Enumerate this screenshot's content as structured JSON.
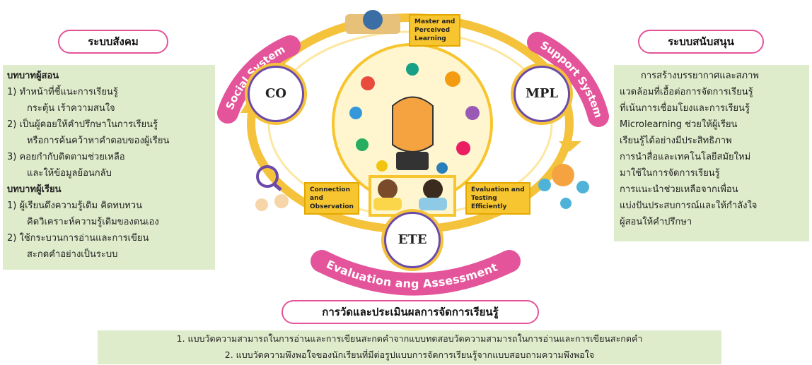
{
  "left_title": "ระบบสังคม",
  "right_title": "ระบบสนับสนุน",
  "bottom_title": "การวัดและประเมินผลการจัดการเรียนรู้",
  "teacher_heading": "บทบาทผู้สอน",
  "teacher_items": [
    "1) ทำหน้าที่ชี้แนะการเรียนรู้",
    "กระตุ้น เร้าความสนใจ",
    "2) เป็นผู้คอยให้คำปรึกษาในการเรียนรู้",
    "หรือการค้นคว้าหาคำตอบของผู้เรียน",
    "3) คอยกำกับติดตามช่วยเหลือ",
    "และให้ข้อมูลย้อนกลับ"
  ],
  "student_heading": "บทบาทผู้เรียน",
  "student_items": [
    "1) ผู้เรียนดึงความรู้เดิม คิดทบทวน",
    "คิดวิเคราะห์ความรู้เดิมของตนเอง",
    "2) ใช้กระบวนการอ่านและการเขียน",
    "สะกดคำอย่างเป็นระบบ"
  ],
  "support_lines": [
    "การสร้างบรรยากาศและสภาพ",
    "แวดล้อมที่เอื้อต่อการจัดการเรียนรู้",
    "ที่เน้นการเชื่อมโยงและการเรียนรู้",
    "Microlearning ช่วยให้ผู้เรียน",
    "เรียนรู้ได้อย่างมีประสิทธิภาพ",
    "การนำสื่อและเทคโนโลยีสมัยใหม่",
    "มาใช้ในการจัดการเรียนรู้",
    "การแนะนำช่วยเหลือจากเพื่อน",
    "แบ่งปันประสบการณ์และให้กำลังใจ",
    "ผู้สอนให้คำปรึกษา"
  ],
  "assessment_lines": [
    "1. แบบวัดความสามารถในการอ่านและการเขียนสะกดคำจากแบบทดสอบวัดความสามารถในการอ่านและการเขียนสะกดคำ",
    "2. แบบวัดความพึงพอใจของนักเรียนที่มีต่อรูปแบบการจัดการเรียนรู้จากแบบสอบถามความพึงพอใจ"
  ],
  "circles": {
    "co": "CO",
    "mpl": "MPL",
    "ete": "ETE"
  },
  "arc_labels": {
    "social": "Social System",
    "support": "Support System",
    "evaluation": "Evaluation ang Assessment"
  },
  "yellow_labels": {
    "master": [
      "Master and",
      "Perceived",
      "Learning"
    ],
    "connection": [
      "Connection",
      "and",
      "Observation"
    ],
    "evaluation": [
      "Evaluation and",
      "Testing",
      "Efficiently"
    ]
  },
  "colors": {
    "pink": "#e4549a",
    "yellow": "#f4c23b",
    "green": "#dfeccb",
    "purple": "#6b4aa8"
  }
}
